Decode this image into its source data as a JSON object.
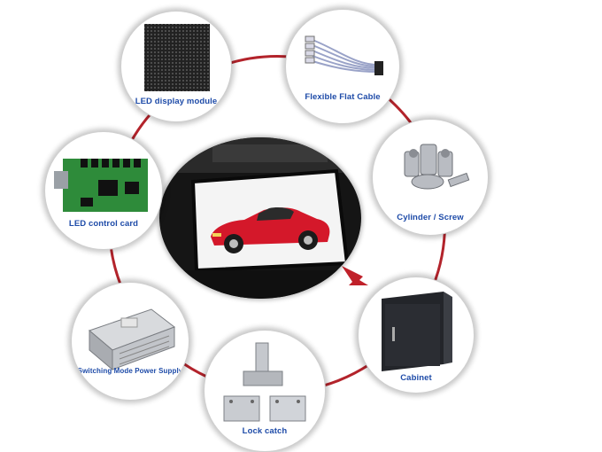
{
  "nodes": {
    "led_display_module": "LED display module",
    "flexible_flat_cable": "Flexible Flat Cable",
    "led_control_card": "LED control card",
    "cylinder_screw": "Cylinder / Screw",
    "switching_power_supply": "Switching Mode Power Supply",
    "cabinet": "Cabinet",
    "lock_catch": "Lock catch"
  },
  "colors": {
    "ring": "#b3232b",
    "label": "#1e4ba8",
    "arrow": "#c0212a"
  },
  "arrow_target": "center-led-screen"
}
